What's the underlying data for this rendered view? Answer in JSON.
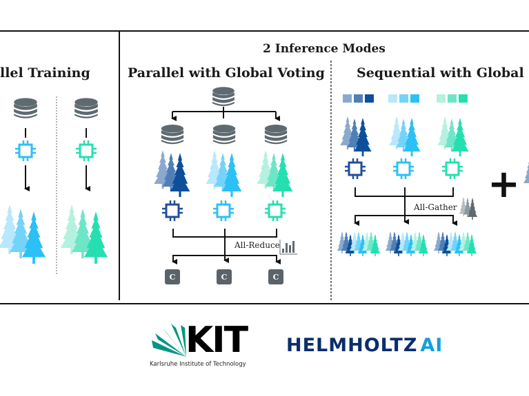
{
  "figure": {
    "training_panel": {
      "title": "llel Training"
    },
    "inference_panel": {
      "title": "2 Inference Modes",
      "voting": {
        "title": "Parallel with Global Voting",
        "reduce_label": "All-Reduce",
        "classifier_labels": [
          "C",
          "C",
          "C"
        ]
      },
      "sequential": {
        "title": "Sequential with Global M",
        "gather_label": "All-Gather"
      }
    },
    "plus_symbol": "+"
  },
  "palette": {
    "dark_blue": [
      "#8aa9cc",
      "#4f7fb6",
      "#0d4f9a"
    ],
    "light_blue": [
      "#b8e8fb",
      "#74d3f8",
      "#2bc0f6"
    ],
    "teal": [
      "#b5f1df",
      "#6fe5c8",
      "#25dfb0"
    ],
    "gray": [
      "#b6bdc1",
      "#8d979c",
      "#5f6a70"
    ],
    "db": "#5f6a70",
    "cpu_dark": "#1f4f9a",
    "cpu_light": "#2bc0f6",
    "cpu_teal": "#25dfb0"
  },
  "logos": {
    "kit": {
      "wordmark": "KIT",
      "subtitle": "Karlsruhe Institute of Technology",
      "color": "#009682"
    },
    "helmholtz": {
      "word1": "HELMHOLTZ",
      "word2": "AI",
      "color1": "#0a2d6e",
      "color2": "#14a0dc"
    }
  }
}
